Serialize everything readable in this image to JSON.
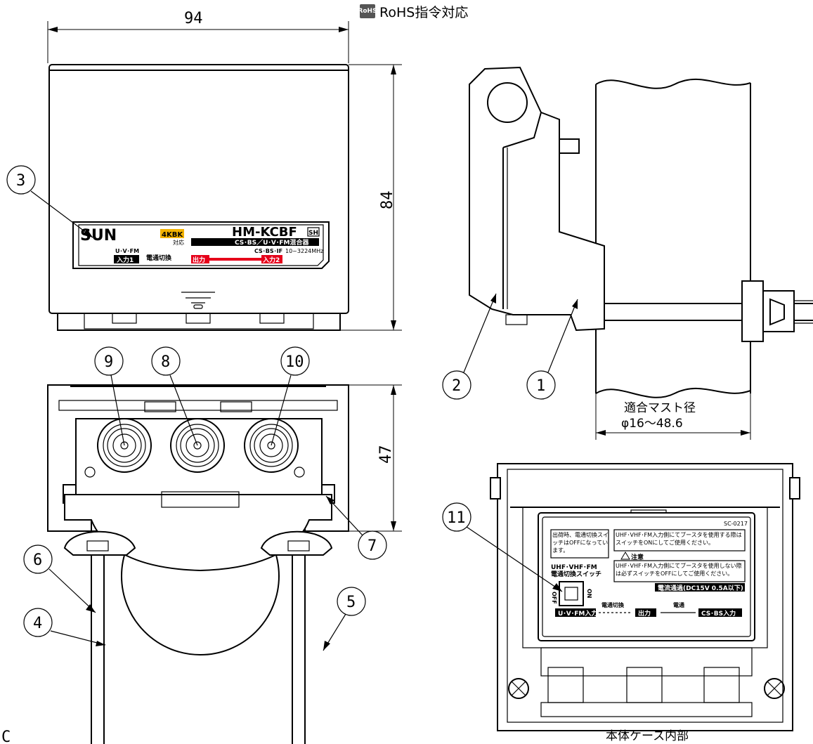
{
  "header": {
    "rohs_badge": "RoHS",
    "rohs_text": "RoHS指令対応"
  },
  "dimensions": {
    "width_top": "94",
    "height_front": "84",
    "height_bottom": "47",
    "mast_label": "適合マスト径",
    "mast_range": "φ16～48.6"
  },
  "callouts": [
    "1",
    "2",
    "3",
    "4",
    "5",
    "6",
    "7",
    "8",
    "9",
    "10",
    "11"
  ],
  "label_plate": {
    "brand": "SUN",
    "badge_4k": "4KBK",
    "badge_4k_sub": "対応",
    "model": "HM-KCBF",
    "sh": "SH",
    "subtitle": "CS･BS／U･V･FM混合器",
    "freq_label": "CS･BS･IF",
    "freq": "10~3224MHz",
    "uvfm": "U･V･FM",
    "input1": "入力1",
    "switch": "電通切換",
    "output": "出力",
    "input2": "入力2"
  },
  "inner_panel": {
    "code": "SC-0217",
    "note_default": "出荷時、電通切換スイッチはOFFになっています。",
    "note_on": "UHF･VHF･FM入力側にてブースタを使用する際はスイッチをONにしてご使用ください。",
    "caution_title": "注意",
    "note_off": "UHF･VHF･FM入力側にてブースタを使用しない際は必ずスイッチをOFFにしてご使用ください。",
    "power_pass": "電流通過(DC15V 0.5A以下)",
    "switch_title": "UHF･VHF･FM",
    "switch_title2": "電通切換スイッチ",
    "off": "OFF",
    "on": "ON",
    "uvfm_in": "U･V･FM入力",
    "power_switch": "電通切換",
    "out": "出力",
    "power": "電通",
    "csbs_in": "CS･BS入力"
  },
  "caption_inner": "本体ケース内部",
  "corner_mark": "C"
}
